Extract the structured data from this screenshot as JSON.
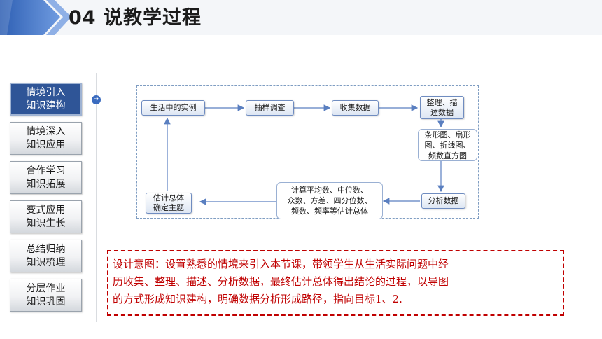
{
  "header": {
    "title": "04  说教学过程"
  },
  "nav": {
    "items": [
      {
        "label": "情境引入\n知识建构"
      },
      {
        "label": "情境深入\n知识应用"
      },
      {
        "label": "合作学习\n知识拓展"
      },
      {
        "label": "变式应用\n知识生长"
      },
      {
        "label": "总结归纳\n知识梳理"
      },
      {
        "label": "分层作业\n知识巩固"
      }
    ]
  },
  "diagram": {
    "life_example": "生活中的实例",
    "sampling": "抽样调查",
    "collect": "收集数据",
    "organize": "整理、描\n述数据",
    "charts": "条形图、扇形\n图、折线图、\n频数直方图",
    "analyze": "分析数据",
    "compute": "计算平均数、中位数、\n众数、方差、四分位数、\n频数、频率等估计总体",
    "estimate": "估计总体\n确定主题"
  },
  "intent": {
    "text": "设计意图：设置熟悉的情境来引入本节课，带领学生从生活实际问题中经\n历收集、整理、描述、分析数据，最终估计总体得出结论的过程，以导图\n的方式形成知识建构，明确数据分析形成路径，指向目标1、2."
  },
  "colors": {
    "accent": "#2f5597",
    "intent_red": "#c00000",
    "header_blue": "#4a78c8"
  }
}
